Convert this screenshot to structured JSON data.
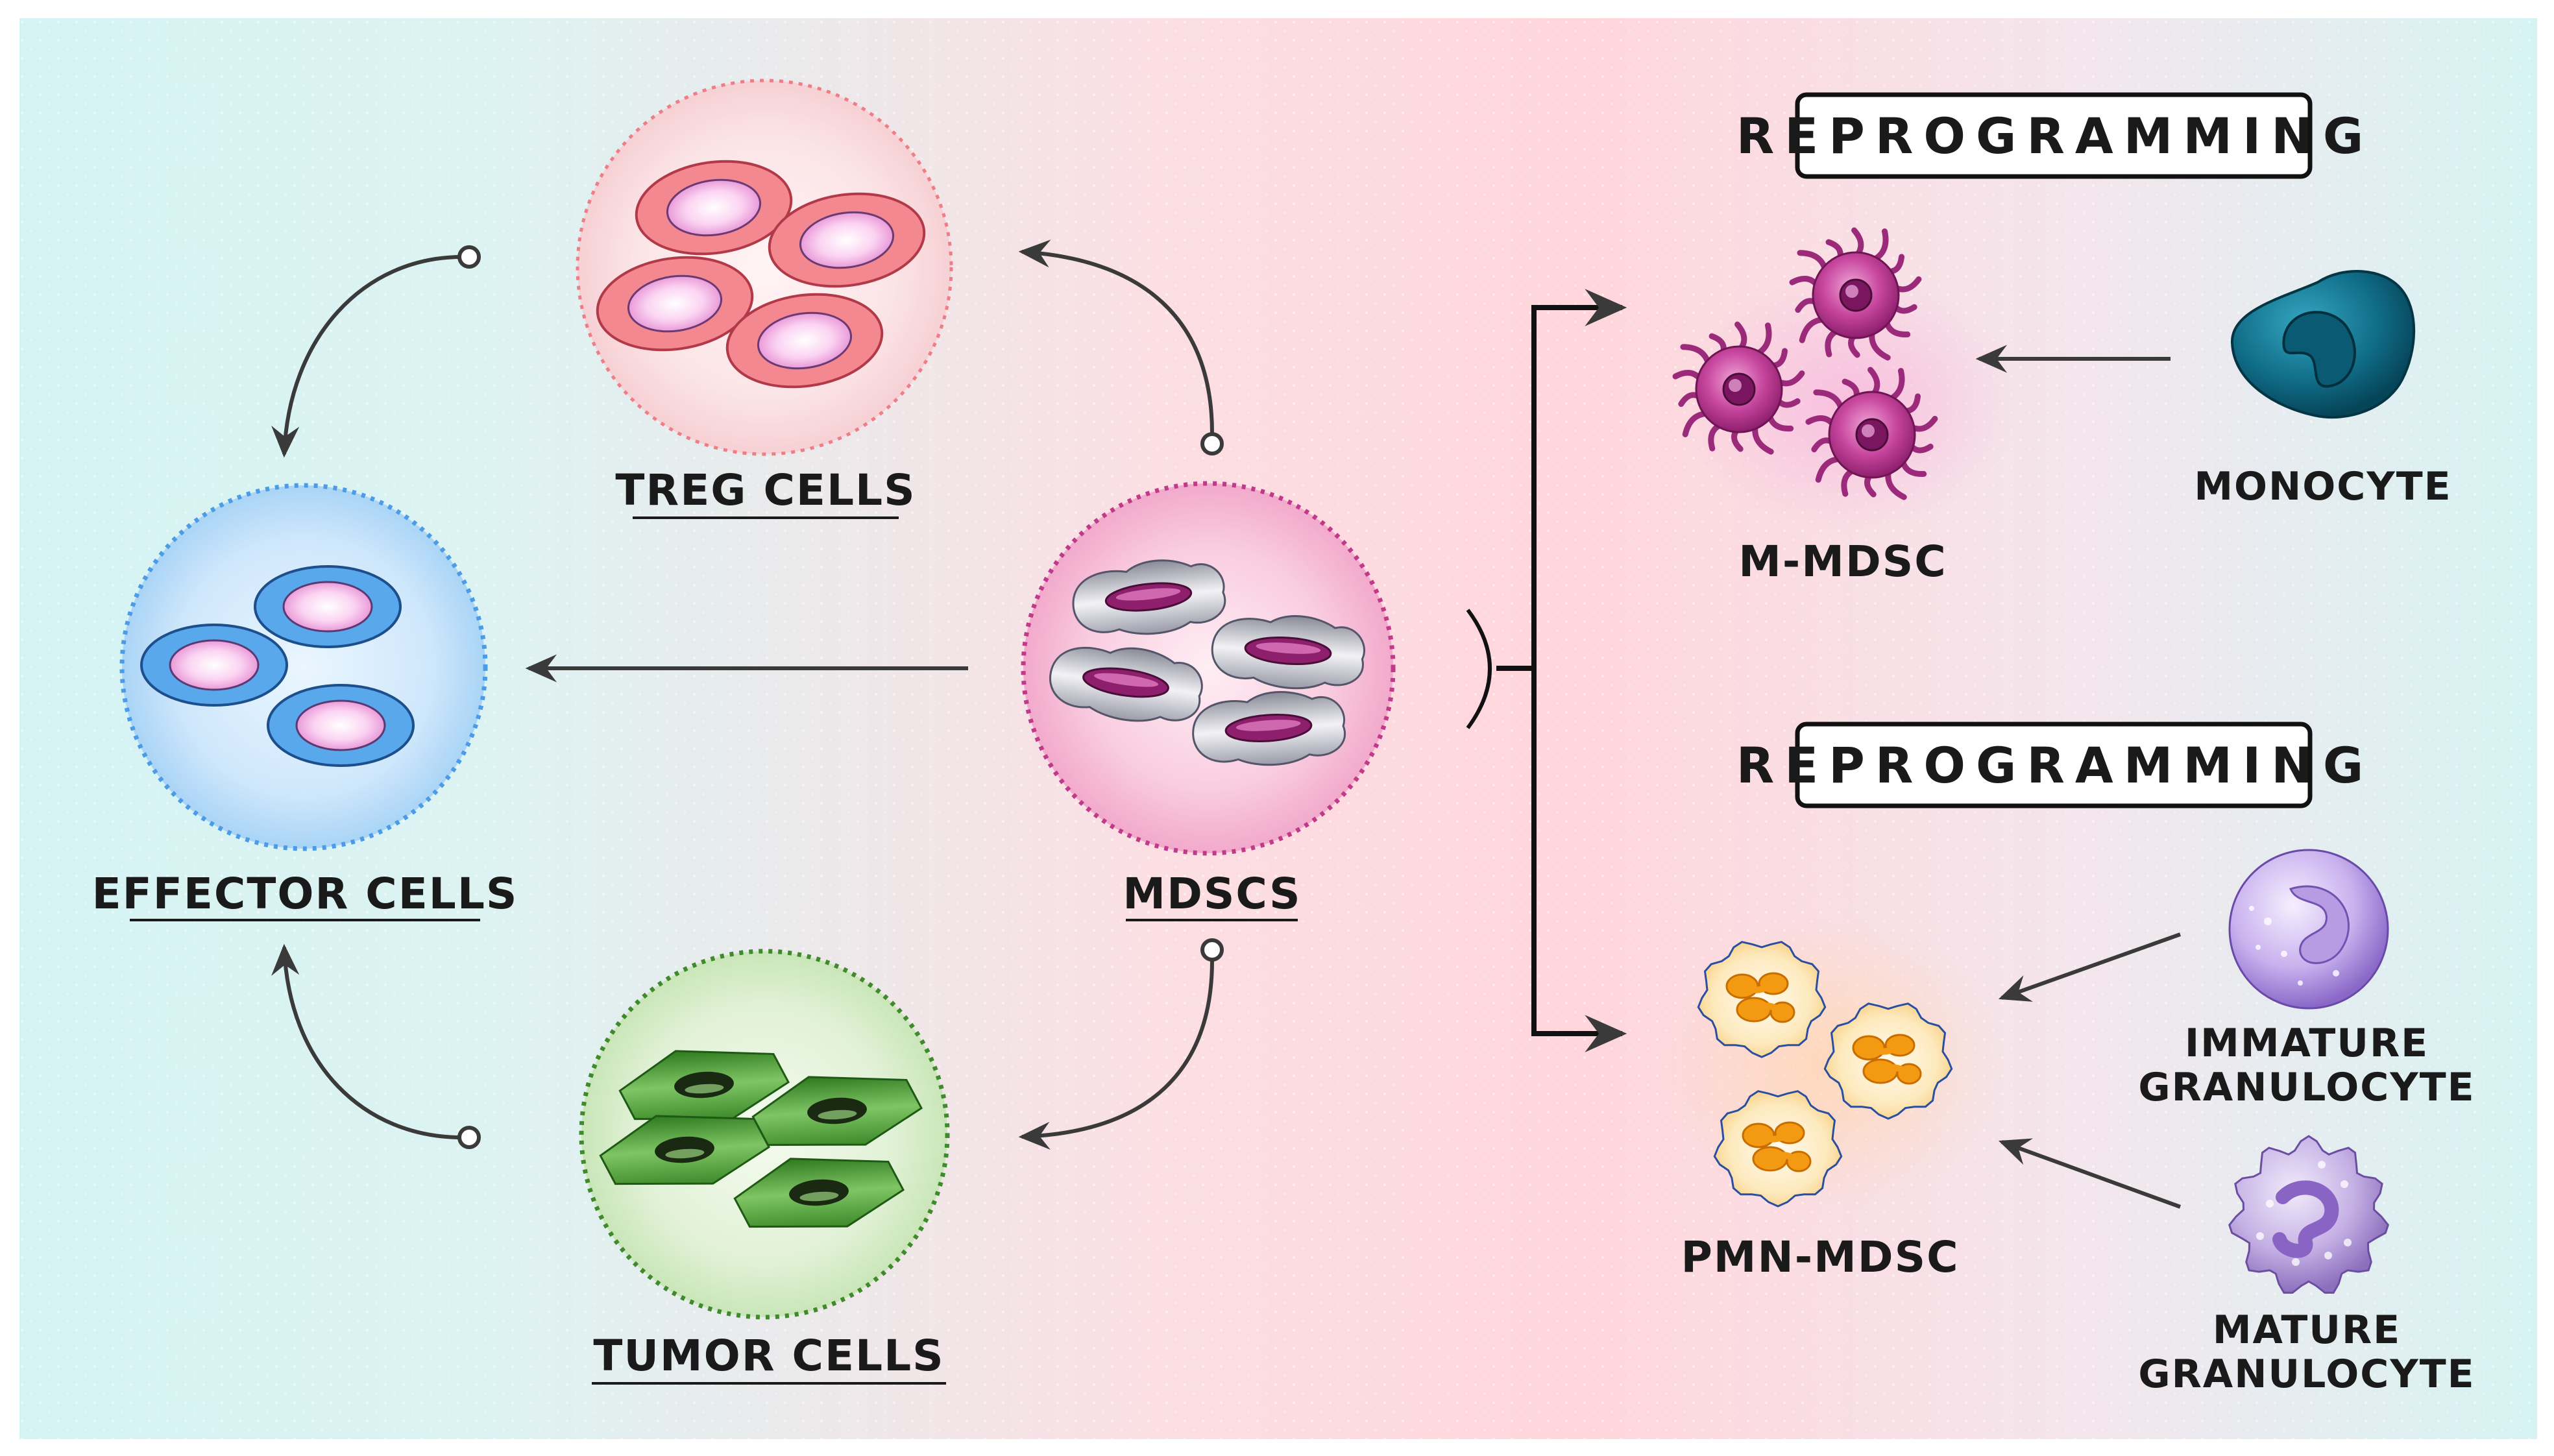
{
  "labels": {
    "treg": "TREG CELLS",
    "effector": "EFFECTOR CELLS",
    "mdscs": "MDSCS",
    "tumor": "TUMOR CELLS",
    "reprogramming_top": "REPROGRAMMING",
    "reprogramming_bottom": "REPROGRAMMING",
    "m_mdsc": "M-MDSC",
    "monocyte": "MONOCYTE",
    "pmn_mdsc": "PMN-MDSC",
    "immature_line1": "IMMATURE",
    "immature_line2": "GRANULOCYTE",
    "mature_line1": "MATURE",
    "mature_line2": "GRANULOCYTE"
  },
  "colors": {
    "background_left": "#d6f4f3",
    "background_center": "#ffd6dc",
    "background_right": "#d6f4f3",
    "effector": "#5aa8ec",
    "treg": "#ef7d86",
    "mdscs": "#c0398a",
    "tumor": "#4e9b36",
    "m_mdsc": "#b83a8c",
    "monocyte": "#0f6d87",
    "pmn_mdsc": "#f6a623",
    "immature_granulocyte": "#a98bd9",
    "mature_granulocyte": "#9b7cc6",
    "arrow": "#3a3a3a"
  }
}
